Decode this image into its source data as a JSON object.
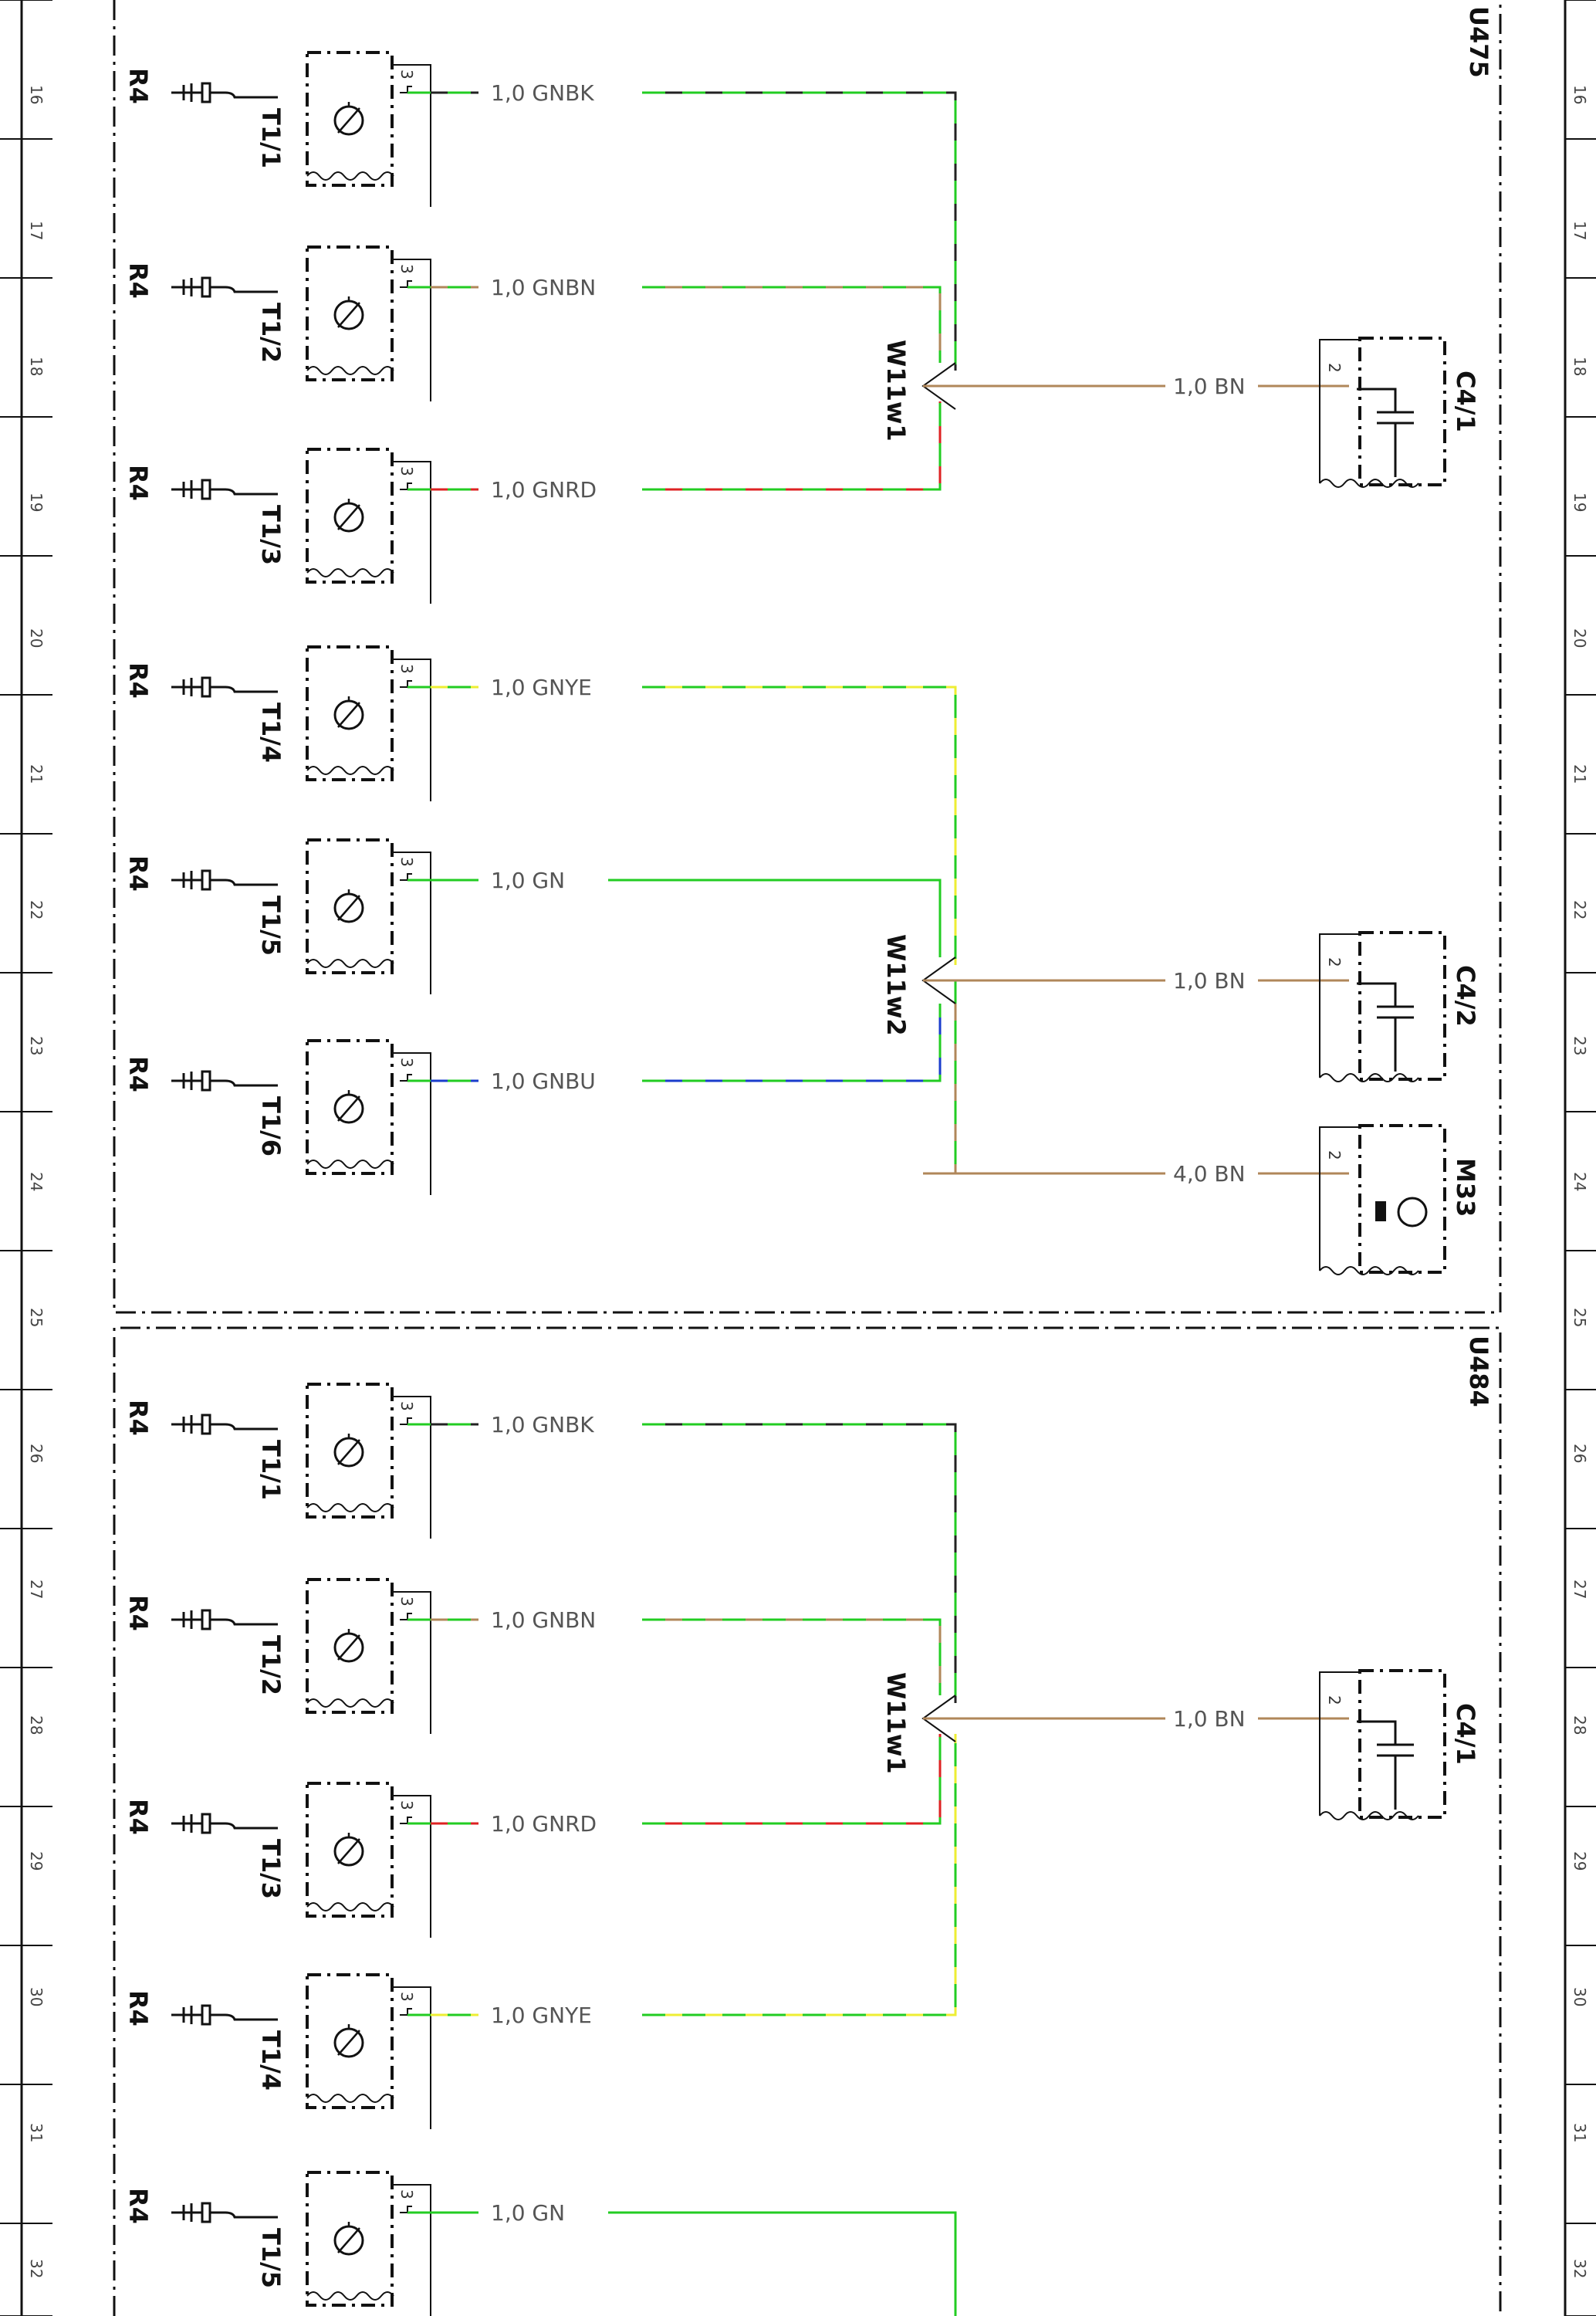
{
  "diagram": {
    "row_numbers": [
      "16",
      "17",
      "18",
      "19",
      "20",
      "21",
      "22",
      "23",
      "24",
      "25",
      "26",
      "27",
      "28",
      "29",
      "30",
      "31",
      "32"
    ],
    "frames": [
      {
        "id": "U475",
        "label": "U475"
      },
      {
        "id": "U484",
        "label": "U484"
      }
    ],
    "connector_label": "R4",
    "pin_number": "3",
    "cap_pin_number": "2",
    "colors": {
      "GN": "#22cc22",
      "BK": "#222222",
      "BN": "#b0875a",
      "RD": "#dd2222",
      "YE": "#eeee33",
      "BU": "#1a3dcc"
    },
    "sensors_top": [
      {
        "ref": "T1/1",
        "wire": "1,0 GNBK",
        "second": "BK"
      },
      {
        "ref": "T1/2",
        "wire": "1,0 GNBN",
        "second": "BN"
      },
      {
        "ref": "T1/3",
        "wire": "1,0 GNRD",
        "second": "RD"
      },
      {
        "ref": "T1/4",
        "wire": "1,0 GNYE",
        "second": "YE"
      },
      {
        "ref": "T1/5",
        "wire": "1,0 GN",
        "second": "GN"
      },
      {
        "ref": "T1/6",
        "wire": "1,0 GNBU",
        "second": "BU"
      }
    ],
    "sensors_bottom": [
      {
        "ref": "T1/1",
        "wire": "1,0 GNBK",
        "second": "BK"
      },
      {
        "ref": "T1/2",
        "wire": "1,0 GNBN",
        "second": "BN"
      },
      {
        "ref": "T1/3",
        "wire": "1,0 GNRD",
        "second": "RD"
      },
      {
        "ref": "T1/4",
        "wire": "1,0 GNYE",
        "second": "YE"
      },
      {
        "ref": "T1/5",
        "wire": "1,0 GN",
        "second": "GN"
      }
    ],
    "splices": [
      {
        "label": "W11w1"
      },
      {
        "label": "W11w2"
      },
      {
        "label": "W11w1"
      }
    ],
    "loads": [
      {
        "ref": "C4/1",
        "wire": "1,0 BN",
        "type": "capacitor"
      },
      {
        "ref": "C4/2",
        "wire": "1,0 BN",
        "type": "capacitor"
      },
      {
        "ref": "M33",
        "wire": "4,0 BN",
        "type": "motor"
      },
      {
        "ref": "C4/1",
        "wire": "1,0 BN",
        "type": "capacitor"
      }
    ]
  }
}
